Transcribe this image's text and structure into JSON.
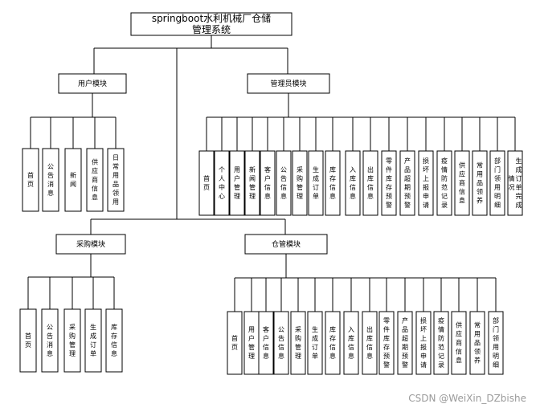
{
  "root": {
    "lines": [
      "springboot水利机械厂仓储",
      "管理系统"
    ]
  },
  "modules": [
    {
      "key": "user",
      "title": "用户模块",
      "leaves": [
        "首页",
        "公告消息",
        "新闻",
        "供应商信息",
        "日常用品领用"
      ]
    },
    {
      "key": "admin",
      "title": "管理员模块",
      "leaves": [
        "首页",
        "个人中心",
        "用户管理",
        "新闻管理",
        "客户信息",
        "公告信息",
        "采购管理",
        "生成订单",
        "库存信息",
        "入库信息",
        "出库信息",
        "零件库存预警",
        "产品超期预警",
        "损坏上报申请",
        "疫情防范记录",
        "供应商信息",
        "常用品领养",
        "部门领用明细",
        "生成订单完成情况"
      ]
    },
    {
      "key": "purchase",
      "title": "采购模块",
      "leaves": [
        "首页",
        "公告消息",
        "采购管理",
        "生成订单",
        "库存信息"
      ]
    },
    {
      "key": "warehouse",
      "title": "仓管模块",
      "leaves": [
        "首页",
        "用户管理",
        "客户信息",
        "公告信息",
        "采购管理",
        "生成订单",
        "库存信息",
        "入库信息",
        "出库信息",
        "零件库存预警",
        "产品超期预警",
        "损坏上报申请",
        "疫情防范记录",
        "供应商信息",
        "常用品领养",
        "部门领用明细"
      ]
    }
  ],
  "watermark": "CSDN @WeiXin_DZbishe"
}
